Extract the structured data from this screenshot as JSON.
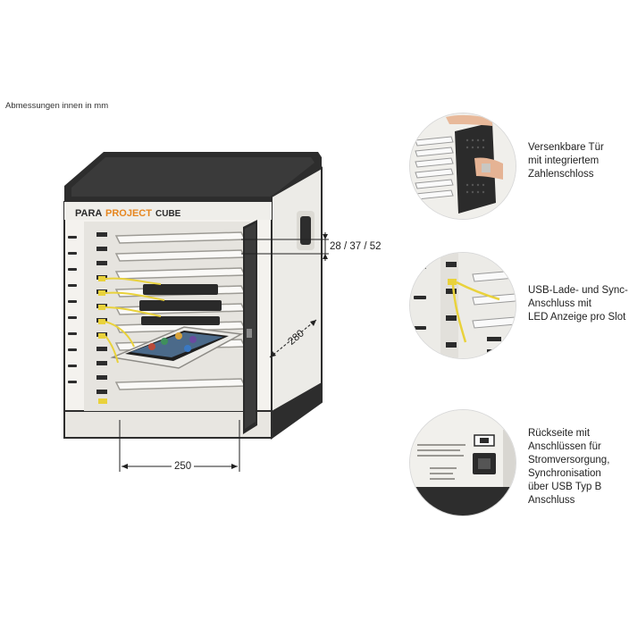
{
  "caption": "Abmessungen innen in mm",
  "brand": {
    "para": "PARA",
    "project": "PROJECT",
    "model": "CUBE"
  },
  "dimensions": {
    "width": "250",
    "depth": "280",
    "slot": "28 / 37 / 52"
  },
  "features": [
    {
      "lines": [
        "Versenkbare Tür",
        "mit integriertem",
        "Zahlenschloss"
      ],
      "icon": "door-lock-icon"
    },
    {
      "lines": [
        "USB-Lade- und Sync-",
        "Anschluss mit",
        "LED Anzeige pro Slot"
      ],
      "icon": "usb-port-icon"
    },
    {
      "lines": [
        "Rückseite mit",
        "Anschlüssen für",
        "Stromversorgung,",
        "Synchronisation",
        "über USB Typ B",
        "Anschluss"
      ],
      "icon": "rear-panel-icon"
    }
  ],
  "colors": {
    "cabinet_body": "#f3f1ec",
    "cabinet_frame": "#2b2b2b",
    "accent_orange": "#e6861f",
    "cable_yellow": "#e9d23b"
  }
}
